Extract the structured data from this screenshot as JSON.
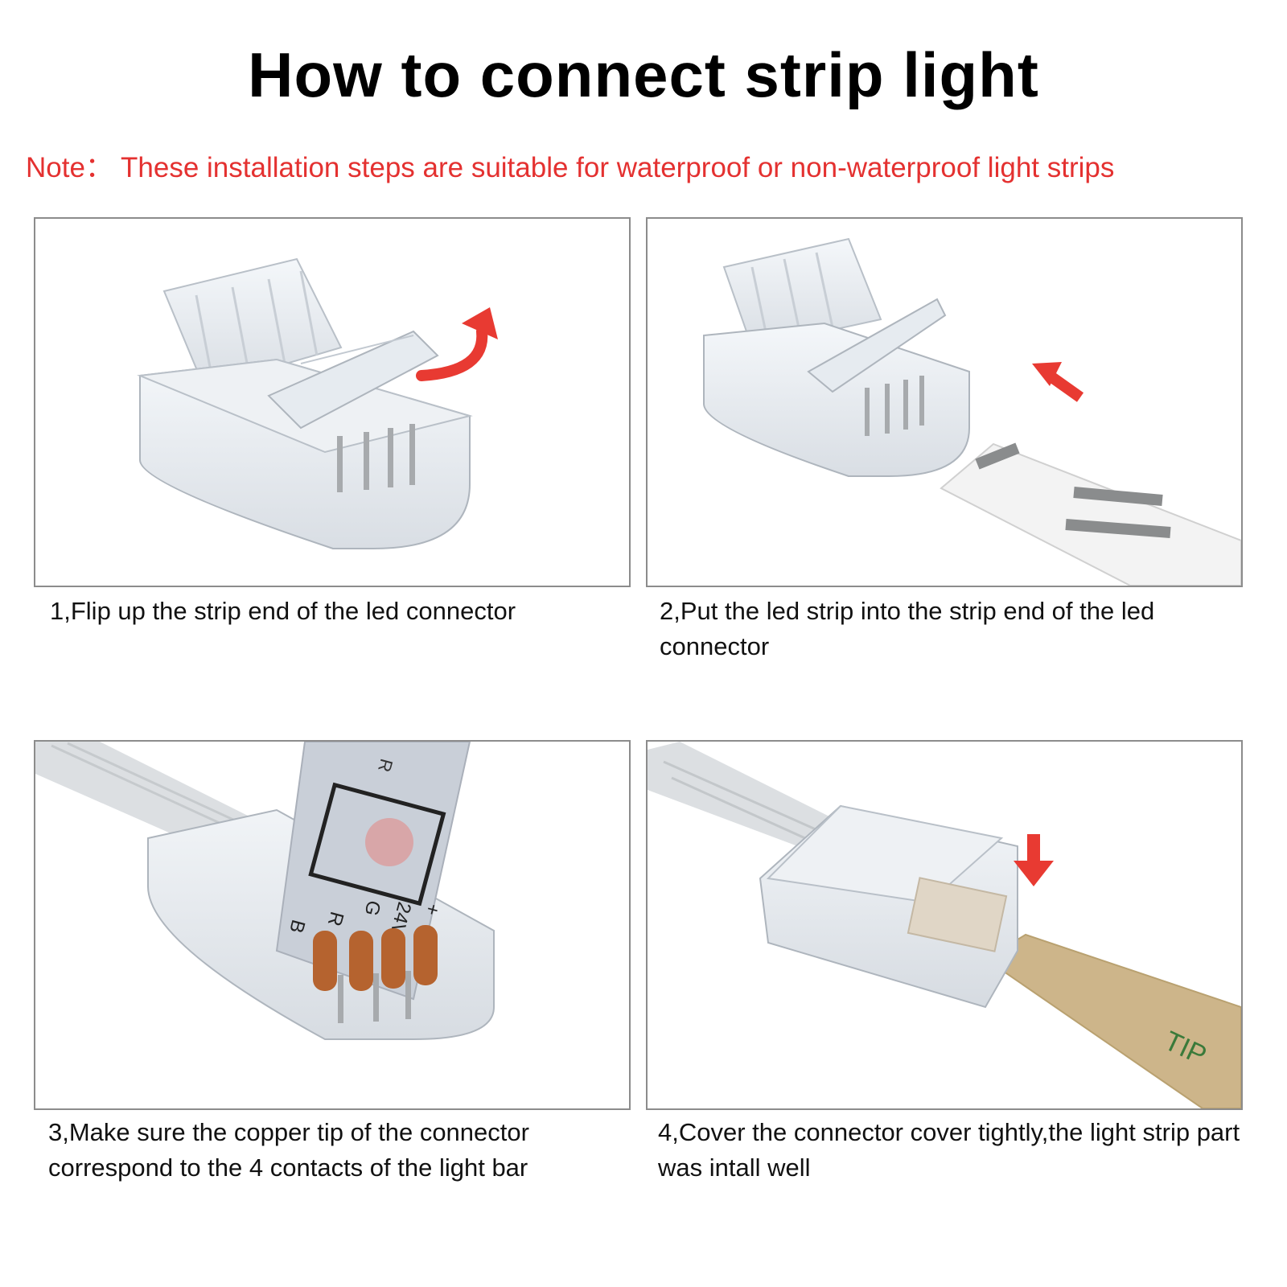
{
  "title": "How to connect strip light",
  "note": "Note： These installation steps are suitable for waterproof or non-waterproof light strips",
  "steps": [
    {
      "caption": "1,Flip up the strip end of the led connector"
    },
    {
      "caption": "2,Put the led strip into the strip end of the led connector"
    },
    {
      "caption": "3,Make sure the copper tip of the connector correspond to the 4 contacts of the light bar"
    },
    {
      "caption": "4,Cover the connector cover tightly,the light strip part was intall well"
    }
  ],
  "strip_labels": {
    "r_top": "R",
    "v24": "24V",
    "plus": "+",
    "g": "G",
    "r": "R",
    "b": "B",
    "tape_text": "TIP"
  },
  "colors": {
    "accent_red": "#e83a32",
    "note_red": "#e43130",
    "copper": "#b5632f",
    "tape": "#cdb58a"
  },
  "icons": [
    "curved-arrow-icon",
    "arrow-up-left-icon",
    "arrow-down-icon"
  ]
}
